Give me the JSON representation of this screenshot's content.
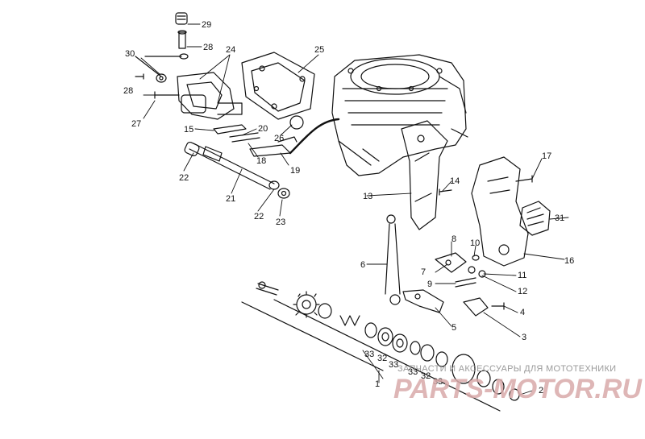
{
  "diagram": {
    "callouts": [
      {
        "id": "c29",
        "text": "29"
      },
      {
        "id": "c28a",
        "text": "28"
      },
      {
        "id": "c30",
        "text": "30"
      },
      {
        "id": "c24",
        "text": "24"
      },
      {
        "id": "c25",
        "text": "25"
      },
      {
        "id": "c28b",
        "text": "28"
      },
      {
        "id": "c27",
        "text": "27"
      },
      {
        "id": "c15",
        "text": "15"
      },
      {
        "id": "c20",
        "text": "20"
      },
      {
        "id": "c26",
        "text": "26"
      },
      {
        "id": "c18",
        "text": "18"
      },
      {
        "id": "c19",
        "text": "19"
      },
      {
        "id": "c22a",
        "text": "22"
      },
      {
        "id": "c21",
        "text": "21"
      },
      {
        "id": "c22b",
        "text": "22"
      },
      {
        "id": "c23",
        "text": "23"
      },
      {
        "id": "c17",
        "text": "17"
      },
      {
        "id": "c14",
        "text": "14"
      },
      {
        "id": "c13",
        "text": "13"
      },
      {
        "id": "c31",
        "text": "31"
      },
      {
        "id": "c16",
        "text": "16"
      },
      {
        "id": "c6",
        "text": "6"
      },
      {
        "id": "c8",
        "text": "8"
      },
      {
        "id": "c10",
        "text": "10"
      },
      {
        "id": "c7",
        "text": "7"
      },
      {
        "id": "c11",
        "text": "11"
      },
      {
        "id": "c9",
        "text": "9"
      },
      {
        "id": "c12",
        "text": "12"
      },
      {
        "id": "c4",
        "text": "4"
      },
      {
        "id": "c5",
        "text": "5"
      },
      {
        "id": "c3",
        "text": "3"
      },
      {
        "id": "c33a",
        "text": "33"
      },
      {
        "id": "c32a",
        "text": "32"
      },
      {
        "id": "c33b",
        "text": "33"
      },
      {
        "id": "c33c",
        "text": "33"
      },
      {
        "id": "c32b",
        "text": "32"
      },
      {
        "id": "c33d",
        "text": "33"
      },
      {
        "id": "c1",
        "text": "1"
      },
      {
        "id": "c2",
        "text": "2"
      }
    ]
  },
  "watermark": {
    "line1": "ЗАПЧАСТИ И АКСЕССУАРЫ ДЛЯ МОТОТЕХНИКИ",
    "line2": "PARTS-MOTOR.RU"
  }
}
